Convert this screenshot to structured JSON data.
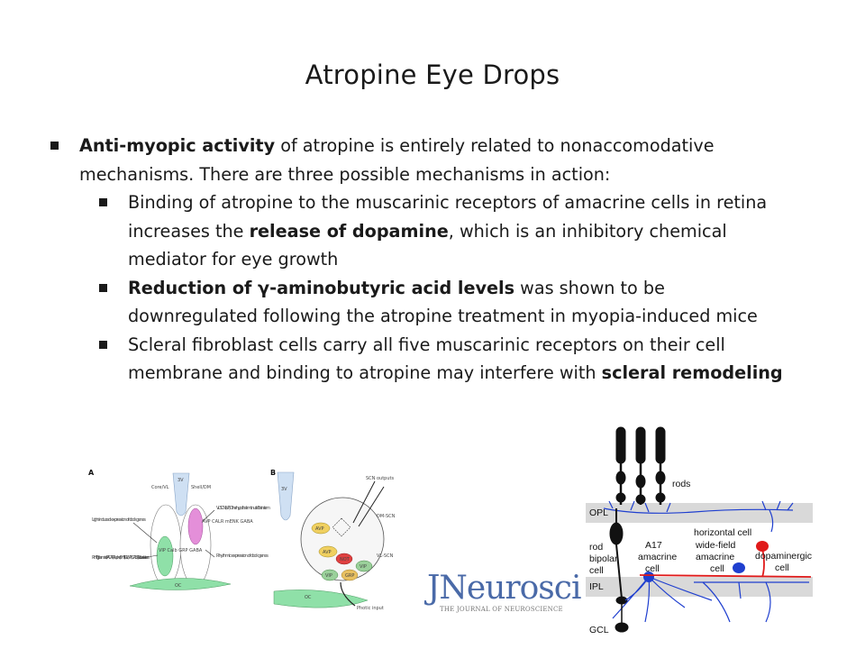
{
  "slide": {
    "title": "Atropine Eye Drops",
    "bullet1": {
      "bold": "Anti-myopic activity",
      "rest": " of atropine is entirely related to nonaccomodative mechanisms. There are three possible mechanisms in action:"
    },
    "sub1": {
      "pre": "Binding of atropine to the muscarinic receptors of amacrine cells in retina increases the ",
      "bold": "release of dopamine",
      "post": ", which is an inhibitory chemical mediator for eye growth"
    },
    "sub2": {
      "bold": "Reduction of γ-aminobutyric acid levels",
      "post": " was shown to be downregulated following the atropine treatment in myopia-induced mice"
    },
    "sub3": {
      "pre": "Scleral fibroblast cells carry all five muscarinic receptors on their cell membrane and binding to atropine may interfere with ",
      "bold": "scleral remodeling"
    }
  },
  "figureA": {
    "panel_label": "A",
    "labels": {
      "v3": "3V",
      "core": "Core/VL",
      "shell": "Shell/DM",
      "light": "Light-induced expression of clock genes",
      "vlscn": "VL SCN (VIP) Other hypothalamic nuclei Brain stem",
      "rht": "RHT (glutamate, PACAP) Raphe (5-HT) IGL (NPY, GABA) Pretectal area",
      "rhythmic": "Rhythmic expression of clock genes",
      "oc": "OC",
      "left_cells": "VIP Calb GRP GABA",
      "right_cells": "AVP CALR mENK GABA"
    }
  },
  "figureB": {
    "panel_label": "B",
    "labels": {
      "v3": "3V",
      "scn_outputs": "SCN outputs",
      "dmscn": "DM-SCN",
      "vlscn": "VL-SCN",
      "photic": "Photic input",
      "oc": "OC",
      "avp1": "AVP",
      "avp2": "AVP",
      "not": "NOT",
      "vip": "VIP",
      "vip2": "VIP",
      "grp": "GRP"
    }
  },
  "logo": {
    "main": "JNeurosci",
    "sub": "THE JOURNAL OF NEUROSCIENCE"
  },
  "retina": {
    "labels": {
      "rods": "rods",
      "opl": "OPL",
      "horizontal": "horizontal cell",
      "rod": "rod",
      "bipolar": "bipolar",
      "cell": "cell",
      "a17": "A17",
      "amacrine": "amacrine",
      "cell2": "cell",
      "widefield": "wide-field",
      "amacrine2": "amacrine",
      "cell3": "cell",
      "dopaminergic": "dopaminergic",
      "cell4": "cell",
      "ipl": "IPL",
      "gcl": "GCL"
    },
    "colors": {
      "band": "#d9d9d9",
      "black": "#111111",
      "blue": "#1f3fcf",
      "red": "#e01a1a"
    }
  }
}
